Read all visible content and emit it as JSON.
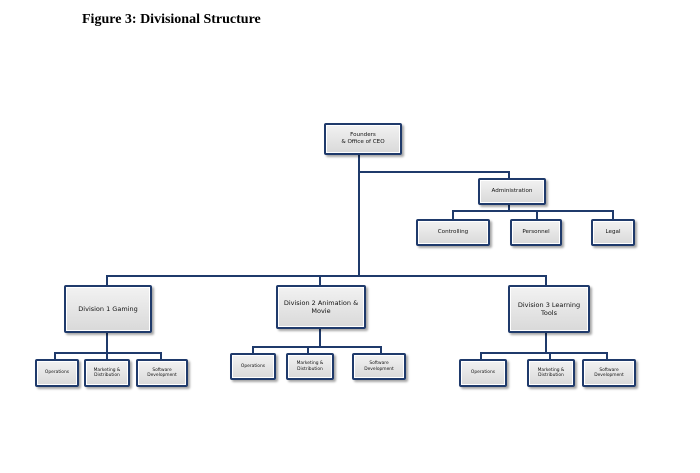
{
  "figure": {
    "title": "Figure 3: Divisional Structure"
  },
  "org": {
    "ceo": "Founders\n& Office of CEO",
    "administration": {
      "label": "Administration",
      "children": [
        "Controlling",
        "Personnel",
        "Legal"
      ]
    },
    "divisions": [
      {
        "label": "Division 1 Gaming",
        "children": [
          "Operations",
          "Marketing &\nDistribution",
          "Software\nDevelopment"
        ]
      },
      {
        "label": "Division 2 Animation &\nMovie",
        "children": [
          "Operations",
          "Marketing &\nDistribution",
          "Software\nDevelopment"
        ]
      },
      {
        "label": "Division 3 Learning Tools",
        "children": [
          "Operations",
          "Marketing &\nDistribution",
          "Software\nDevelopment"
        ]
      }
    ]
  },
  "colors": {
    "connector": "#1f3a6b",
    "box_border": "#1f3a6b",
    "box_fill": "#e6e6e6"
  }
}
